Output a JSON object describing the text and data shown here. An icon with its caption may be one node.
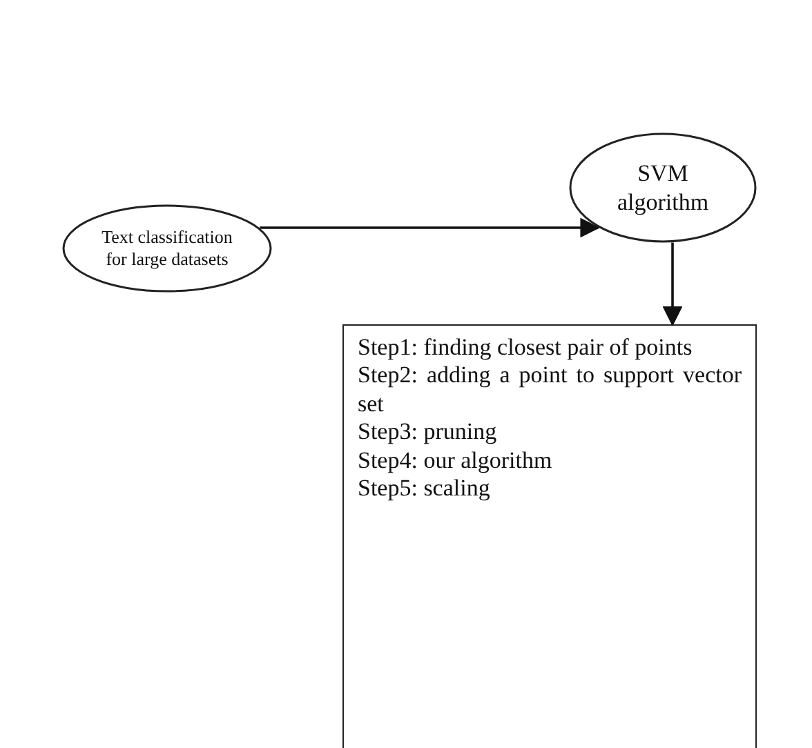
{
  "diagram": {
    "nodes": [
      {
        "text": [
          "Text classification for large datasets"
        ]
      },
      {
        "text": [
          "SVM algorithm"
        ]
      },
      {
        "text": [
          "Step1: finding closest pair of points",
          "Step2: adding a point to support vector set",
          "Step3: pruning",
          "Step4: our algorithm",
          "Step5: scaling"
        ]
      }
    ],
    "edges": [
      {
        "from": 0,
        "to": 1,
        "arrow": "to"
      },
      {
        "from": 1,
        "to": 2,
        "arrow": "to"
      }
    ]
  }
}
